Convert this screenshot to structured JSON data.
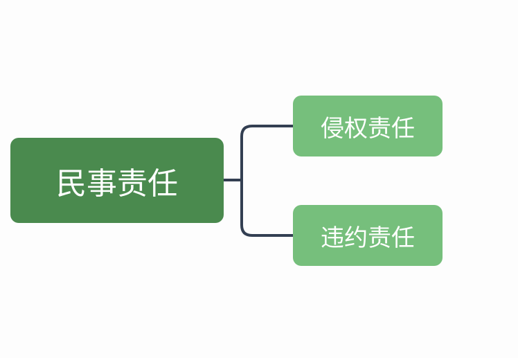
{
  "root": {
    "label": "民事责任"
  },
  "children": [
    {
      "label": "侵权责任"
    },
    {
      "label": "违约责任"
    }
  ],
  "colors": {
    "root": "#4a8a4e",
    "child": "#76bf7c",
    "connector": "#333f52"
  }
}
